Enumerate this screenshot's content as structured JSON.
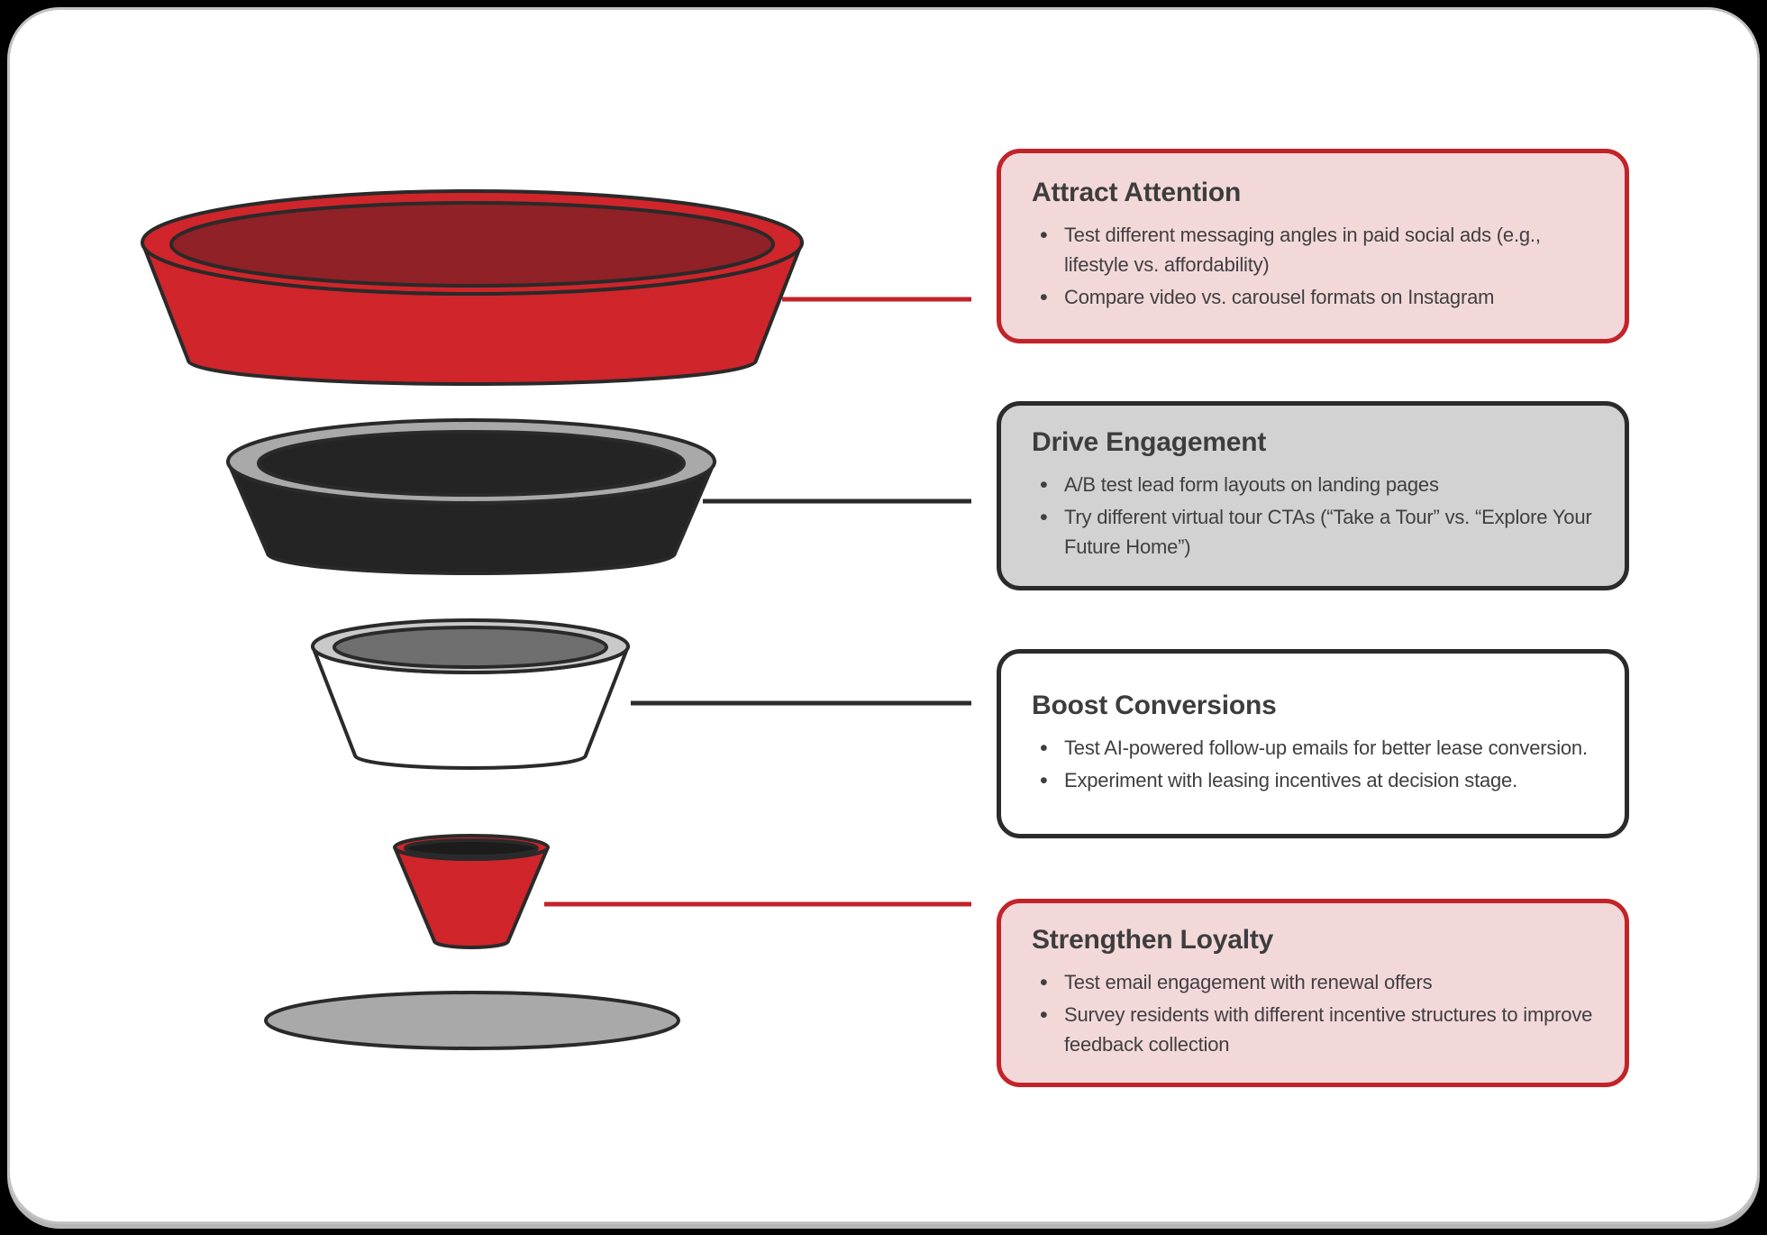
{
  "page": {
    "background_color": "#000000",
    "panel_background_color": "#ffffff",
    "panel_border_color": "#c2c2c2"
  },
  "funnel": {
    "description": "Four-tier 3D marketing funnel with base shadow",
    "stages": [
      {
        "id": "attract-attention",
        "label": "Attract Attention",
        "body_color": "#cf252b",
        "opening_color": "#8f2127",
        "rim_color": "#cf252b",
        "connector_color": "#c22329"
      },
      {
        "id": "drive-engagement",
        "label": "Drive Engagement",
        "body_color": "#242424",
        "opening_color": "#242424",
        "rim_color": "#a9a9a9",
        "connector_color": "#2b2b2b"
      },
      {
        "id": "boost-conversions",
        "label": "Boost Conversions",
        "body_color": "#ffffff",
        "opening_color": "#6f6f6f",
        "rim_color": "#c9c9c9",
        "connector_color": "#2b2b2b"
      },
      {
        "id": "strengthen-loyalty",
        "label": "Strengthen Loyalty",
        "body_color": "#cf252b",
        "opening_color": "#1c1c1c",
        "rim_color": "#cf252b",
        "connector_color": "#c22329"
      }
    ],
    "base_shadow_color": "#a9a9a9",
    "outline_color": "#2a2a2a"
  },
  "cards": [
    {
      "title": "Attract Attention",
      "style": "red",
      "background": "#f3d8da",
      "border_color": "#c22329",
      "bullets": [
        "Test different messaging angles in paid social ads (e.g., lifestyle vs. affordability)",
        "Compare video vs. carousel formats on Instagram"
      ]
    },
    {
      "title": "Drive Engagement",
      "style": "gray",
      "background": "#d2d2d2",
      "border_color": "#2b2b2b",
      "bullets": [
        "A/B test lead form layouts on landing pages",
        "Try different virtual tour CTAs (“Take a Tour” vs. “Explore Your Future Home”)"
      ]
    },
    {
      "title": "Boost Conversions",
      "style": "white",
      "background": "#ffffff",
      "border_color": "#2b2b2b",
      "bullets": [
        "Test AI-powered follow-up emails for better lease conversion.",
        "Experiment with leasing incentives at decision stage."
      ]
    },
    {
      "title": "Strengthen Loyalty",
      "style": "red",
      "background": "#f3d8da",
      "border_color": "#c22329",
      "bullets": [
        "Test email engagement with renewal offers",
        "Survey residents with different incentive structures to improve feedback collection"
      ]
    }
  ]
}
